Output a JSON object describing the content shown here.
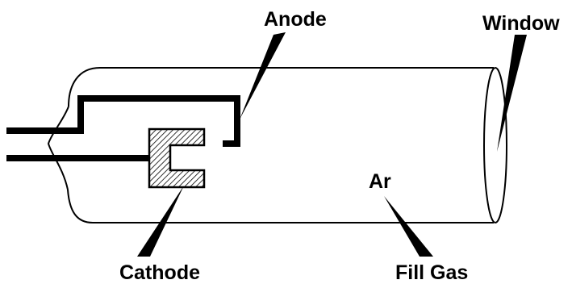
{
  "labels": {
    "anode": "Anode",
    "window": "Window",
    "cathode": "Cathode",
    "fill_gas_symbol": "Ar",
    "fill_gas": "Fill Gas"
  },
  "colors": {
    "stroke": "#000000",
    "background": "#ffffff"
  }
}
